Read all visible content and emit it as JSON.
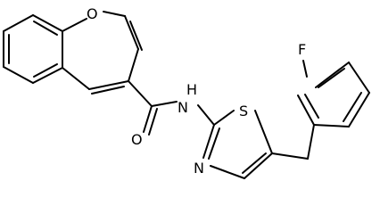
{
  "figure": {
    "type": "chemical-structure",
    "atom_labels": {
      "o_ring": "O",
      "o_carbonyl": "O",
      "n_amide": "N",
      "h_amide": "H",
      "s_thiazole": "S",
      "n_thiazole": "N",
      "f": "F"
    }
  }
}
